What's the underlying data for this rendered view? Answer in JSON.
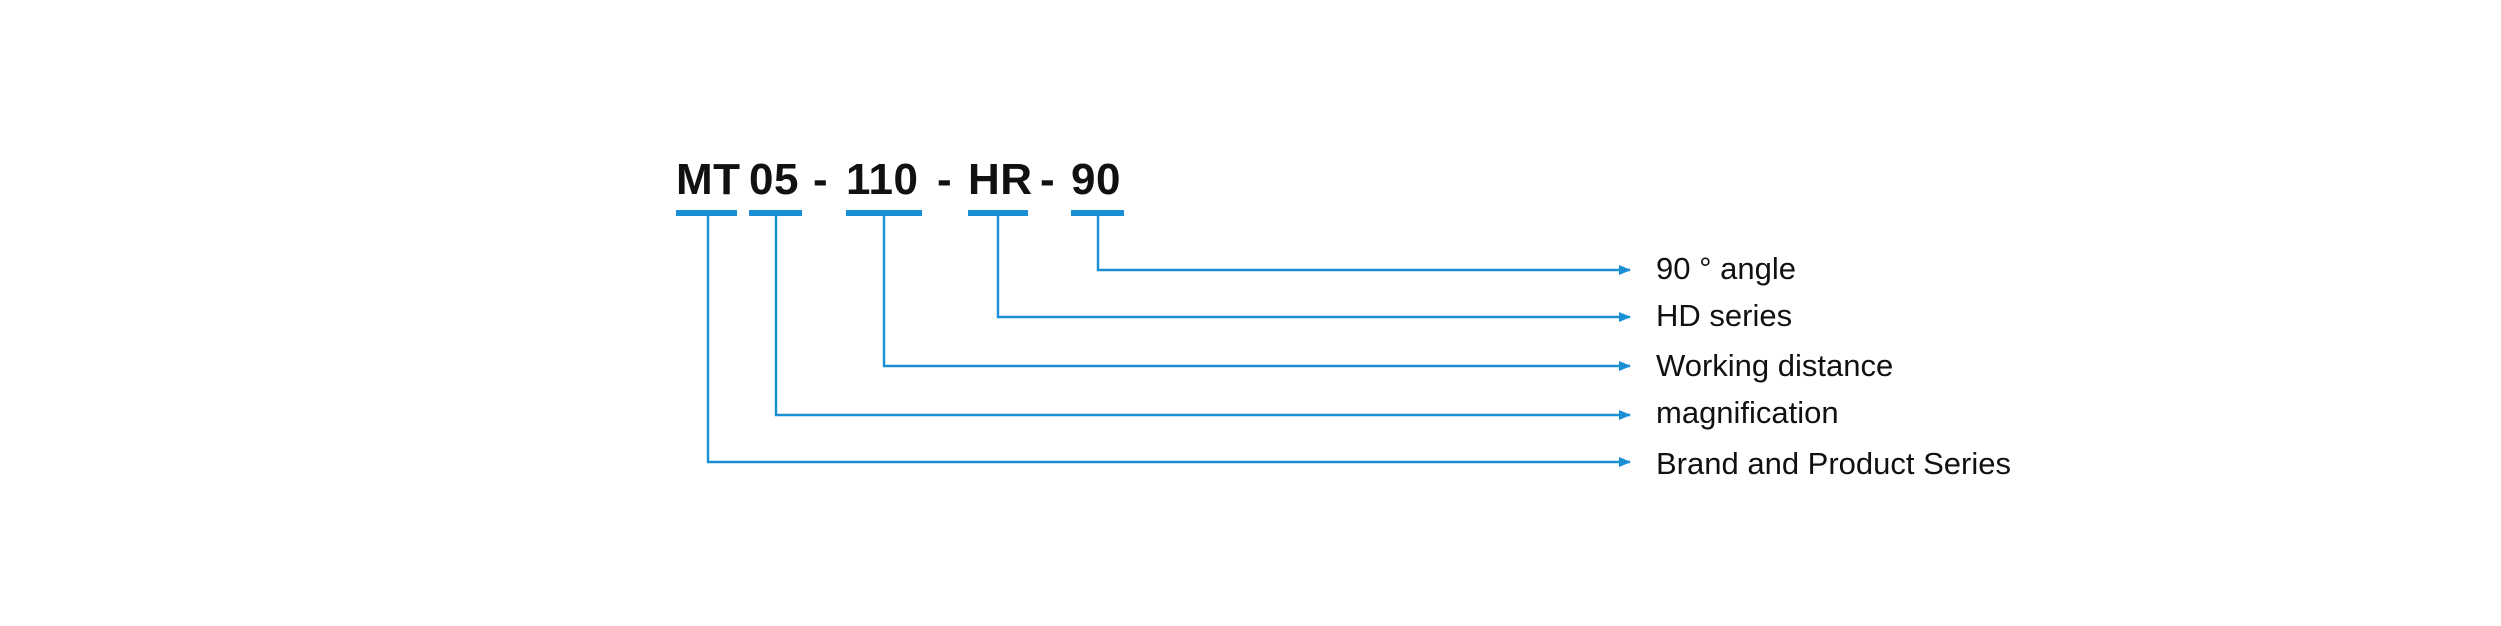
{
  "code": {
    "segments": [
      {
        "text": "MT",
        "meaning": "Brand and Product Series"
      },
      {
        "text": "05",
        "meaning": "magnification"
      },
      {
        "text": "110",
        "meaning": "Working distance"
      },
      {
        "text": "HR",
        "meaning": "HD series"
      },
      {
        "text": "90",
        "meaning": "90 ° angle"
      }
    ],
    "separator": "-"
  },
  "colors": {
    "accent": "#1a8fd6",
    "text": "#111111",
    "background": "#ffffff"
  }
}
